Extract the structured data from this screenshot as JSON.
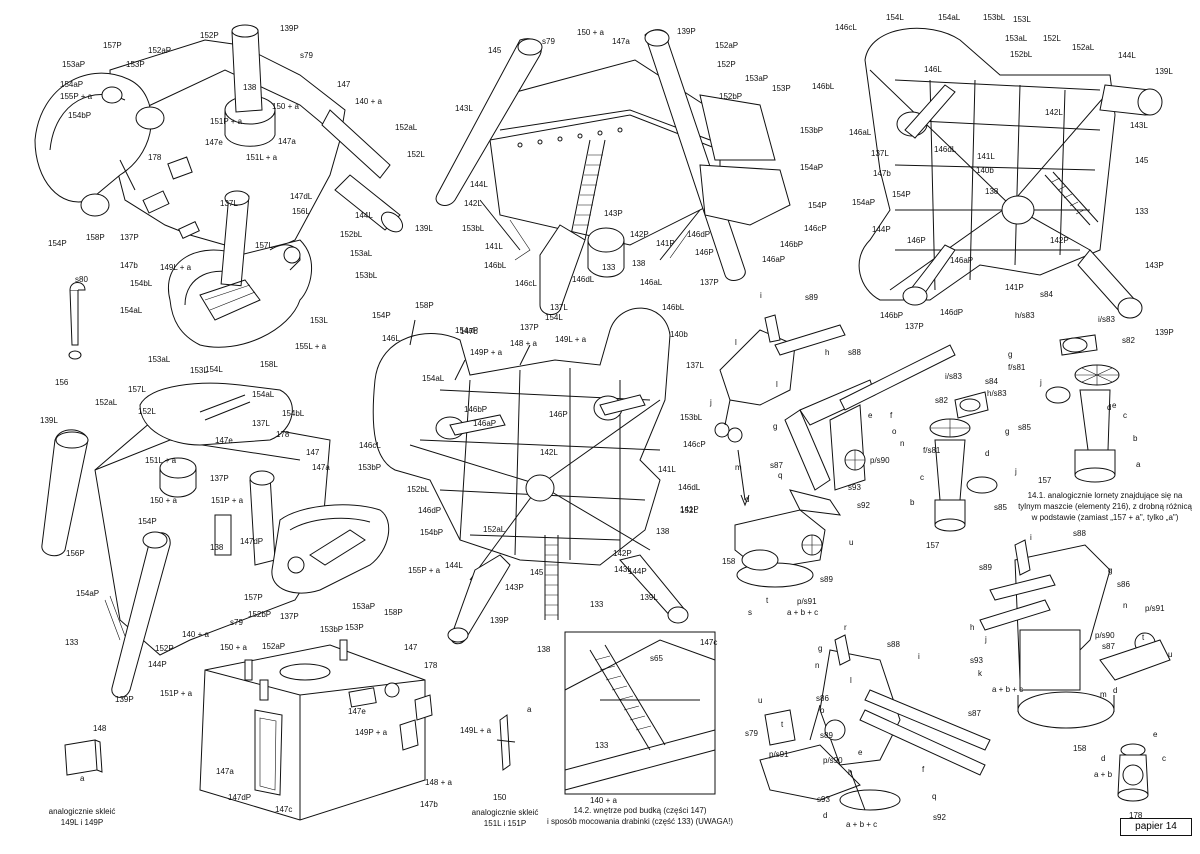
{
  "page_label": "papier 14",
  "captions": {
    "c149": [
      "analogicznie skleić",
      "149L i 149P"
    ],
    "c151": [
      "analogicznie skleić",
      "151L i 151P"
    ],
    "c142": [
      "14.2. wnętrze pod budką (części 147)",
      "i sposób mocowania drabinki (część 133) (UWAGA!)"
    ],
    "c141": [
      "14.1. analogicznie lornety znajdujące się na",
      "tylnym maszcie (elementy 216), z drobną różnicą",
      "w podstawie (zamiast „157 + a\", tylko „a\")"
    ]
  },
  "labels": {
    "a1": [
      "139P",
      "152aP",
      "152P",
      "157P",
      "153aP",
      "153P",
      "154aP",
      "155P + a",
      "154bP",
      "154P",
      "158P",
      "137P",
      "147b",
      "s79",
      "147",
      "150 + a",
      "140 + a",
      "138",
      "151P + a",
      "147a",
      "147e",
      "178",
      "151L + a",
      "147dL",
      "137L",
      "156L",
      "152bL",
      "153aL",
      "152aL",
      "152L",
      "144L",
      "139L",
      "154bL",
      "154aL",
      "153bL",
      "153L",
      "155L + a",
      "149L + a",
      "157L",
      "158L"
    ],
    "a2": [
      "150 + a",
      "147a",
      "139P",
      "s79",
      "145",
      "152aP",
      "152P",
      "152bP",
      "153aP",
      "153P",
      "153bP",
      "143L",
      "154aP",
      "144L",
      "142L",
      "153bL",
      "141L",
      "146bL",
      "146cL",
      "137L",
      "133",
      "138",
      "146dL",
      "143P",
      "142P",
      "141P",
      "146dP",
      "146P",
      "154P",
      "146cP",
      "146bP",
      "146aP",
      "137P"
    ],
    "a3": [
      "146cL",
      "154L",
      "154aL",
      "153bL",
      "153L",
      "153aL",
      "152bL",
      "152L",
      "152aL",
      "144L",
      "139L",
      "146bL",
      "146L",
      "143L",
      "146aL",
      "137L",
      "146dL",
      "141L",
      "142L",
      "145",
      "140b",
      "147b",
      "138",
      "133",
      "154aP",
      "154P",
      "144P",
      "146P",
      "142P",
      "146aP",
      "143P",
      "141P",
      "146bP",
      "137P",
      "146dP",
      "139P"
    ],
    "a4": [
      "156",
      "s80"
    ],
    "a5": [
      "153aL",
      "157L",
      "152aL",
      "153L",
      "152L",
      "154L",
      "154aL",
      "154bL",
      "137L",
      "139L",
      "147e",
      "178",
      "147",
      "151L + a",
      "147a",
      "150 + a",
      "137P",
      "154P",
      "151P + a",
      "138",
      "147dP",
      "156P",
      "154aP",
      "140 + a",
      "s79",
      "152bP",
      "152aP",
      "157P",
      "155P + a",
      "154bP",
      "153aP",
      "158P",
      "133",
      "152P",
      "153bP",
      "137P",
      "153P",
      "144P",
      "139P"
    ],
    "a6": [
      "158P",
      "154P",
      "154aP",
      "149P + a",
      "147b",
      "148 + a",
      "149L + a",
      "146aL",
      "154L",
      "146bL",
      "146L",
      "154aL",
      "146bP",
      "146aP",
      "146P",
      "137P",
      "140b",
      "137L",
      "146cL",
      "153bL",
      "146cP",
      "153bP",
      "141L",
      "146dL",
      "152bL",
      "141P",
      "146dP",
      "152L",
      "142L",
      "152aL",
      "138",
      "142P",
      "144L",
      "143L",
      "144P",
      "143P",
      "145",
      "139L",
      "139P",
      "133"
    ],
    "a7": [
      "150 + a",
      "147",
      "151P + a",
      "178",
      "147e",
      "149P + a",
      "149L + a",
      "147a",
      "148 + a",
      "147dP",
      "147b",
      "147c"
    ],
    "a8": [
      "148",
      "a"
    ],
    "a9": [
      "150",
      "a"
    ],
    "a10": [
      "138",
      "147c",
      "s65",
      "133",
      "s79",
      "140 + a"
    ],
    "g1": [
      "i",
      "s89",
      "l",
      "h",
      "j",
      "m",
      "d",
      "s88",
      "l",
      "e",
      "f",
      "g",
      "o",
      "n",
      "p/s90",
      "s87",
      "s93",
      "q",
      "s92",
      "u",
      "158",
      "s",
      "t",
      "a + b + c",
      "p/s91",
      "s89"
    ],
    "g2": [
      "s84",
      "h/s83",
      "i/s83",
      "g",
      "s82",
      "f/s81",
      "j",
      "e",
      "s85",
      "d",
      "c",
      "b",
      "a",
      "157"
    ],
    "g3": [
      "i/s83",
      "s84",
      "h/s83",
      "s82",
      "g",
      "f/s81",
      "d",
      "c",
      "j",
      "b",
      "s85",
      "157"
    ],
    "g4": [
      "i",
      "s88",
      "s89",
      "g",
      "s86",
      "n",
      "p/s91",
      "h",
      "j",
      "p/s90",
      "t",
      "s93",
      "s87",
      "u",
      "k",
      "d",
      "m",
      "a + b + c",
      "158"
    ],
    "g5": [
      "r",
      "s88",
      "i",
      "g",
      "n",
      "l",
      "u",
      "s86",
      "o",
      "t",
      "s87",
      "s89",
      "p/s91",
      "e",
      "p/s90",
      "h",
      "f",
      "s93",
      "d",
      "q",
      "a + b + c",
      "s92",
      "158"
    ],
    "g6": [
      "e",
      "d",
      "c",
      "a + b",
      "178"
    ]
  }
}
